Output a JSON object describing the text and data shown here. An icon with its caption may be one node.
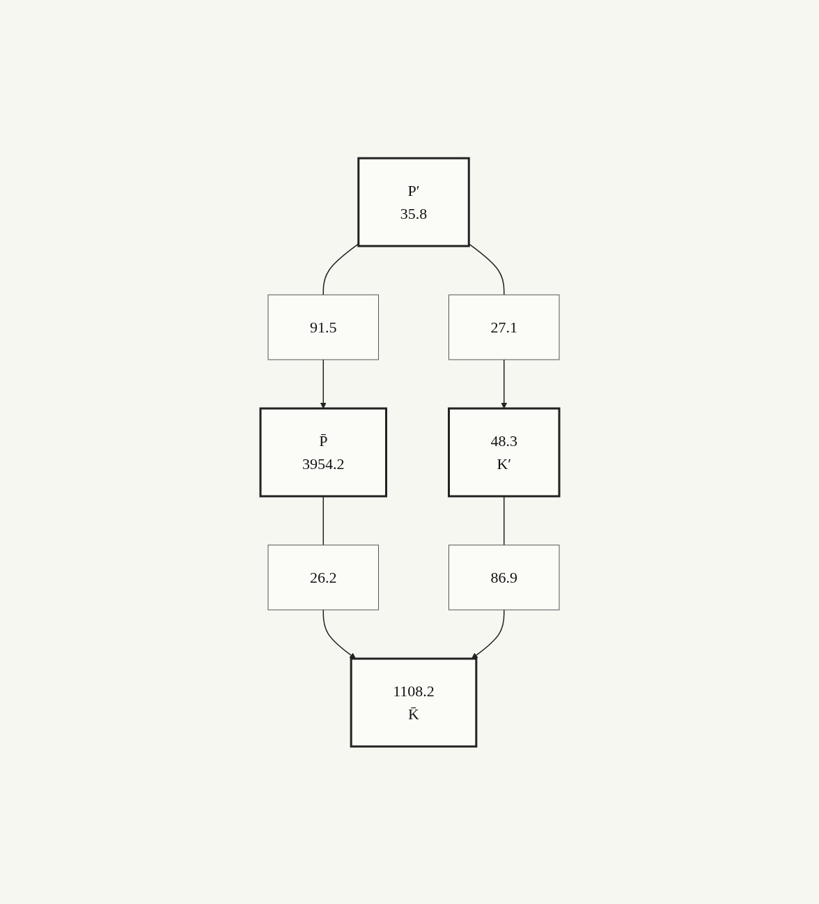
{
  "diagram": {
    "nodes": [
      {
        "text": [
          "P̄",
          "3954.2"
        ]
      },
      {
        "text": [
          "91.5"
        ]
      },
      {
        "text": [
          "P′",
          "35.8"
        ]
      },
      {
        "text": [
          "26.2"
        ]
      },
      {
        "text": [
          "27.1"
        ]
      },
      {
        "text": [
          "1108.2",
          "K̄"
        ]
      },
      {
        "text": [
          "86.9"
        ]
      },
      {
        "text": [
          "48.3",
          "K′"
        ]
      }
    ],
    "edges": [
      {
        "from": 2,
        "to": 1,
        "arrow": "none"
      },
      {
        "from": 1,
        "to": 0,
        "arrow": "to"
      },
      {
        "from": 0,
        "to": 3,
        "arrow": "none"
      },
      {
        "from": 3,
        "to": 5,
        "arrow": "to"
      },
      {
        "from": 2,
        "to": 4,
        "arrow": "none"
      },
      {
        "from": 4,
        "to": 7,
        "arrow": "to"
      },
      {
        "from": 7,
        "to": 6,
        "arrow": "none"
      },
      {
        "from": 6,
        "to": 5,
        "arrow": "to"
      }
    ]
  }
}
